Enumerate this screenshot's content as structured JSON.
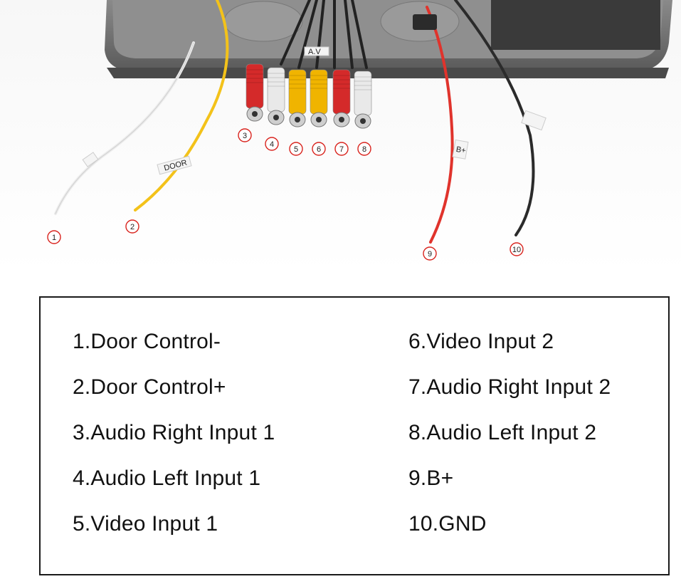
{
  "callouts": [
    "1",
    "2",
    "3",
    "4",
    "5",
    "6",
    "7",
    "8",
    "9",
    "10"
  ],
  "cable_tags": {
    "door": "DOOR",
    "av": "A.V",
    "b_plus": "B+"
  },
  "legend": {
    "left": [
      "1.Door Control-",
      "2.Door Control+",
      "3.Audio Right Input 1",
      "4.Audio Left Input 1",
      "5.Video Input 1"
    ],
    "right": [
      "6.Video Input 2",
      "7.Audio Right Input 2",
      "8.Audio Left Input 2",
      "9.B+",
      "10.GND"
    ]
  },
  "colors": {
    "housing": "#6b6b6b",
    "red_rca": "#d42a2a",
    "white_rca": "#e9e9e9",
    "yellow_rca": "#f0b400",
    "red_wire": "#e0332c",
    "black_wire": "#2b2b2b",
    "yellow_wire": "#f3c21a",
    "callout_ring": "#d9241e"
  }
}
